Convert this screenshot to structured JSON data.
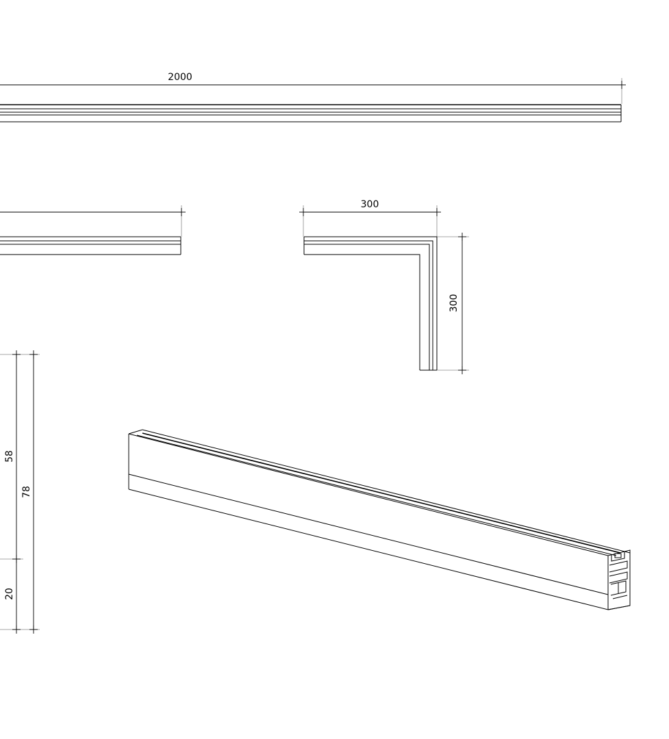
{
  "dimensions": {
    "straight_length": "2000",
    "corner_width": "300",
    "corner_height": "300",
    "profile_upper": "58",
    "profile_total": "78",
    "profile_lower": "20"
  },
  "colors": {
    "line": "#000000",
    "extension_line": "#8a8a8a",
    "background": "#ffffff"
  }
}
